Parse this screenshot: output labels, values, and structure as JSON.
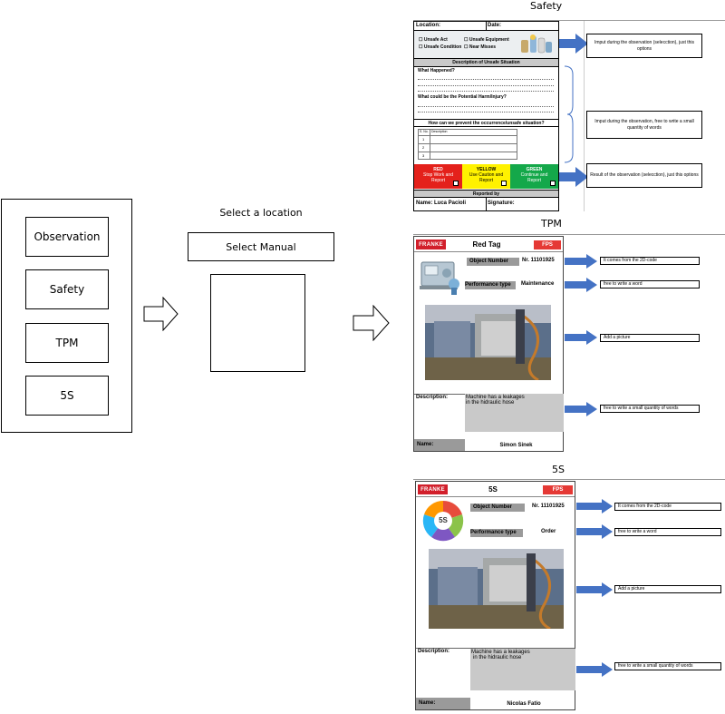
{
  "menu": {
    "items": [
      "Observation",
      "Safety",
      "TPM",
      "5S"
    ]
  },
  "location": {
    "heading": "Select a location",
    "button": "Select Manual"
  },
  "safety": {
    "title": "Safety",
    "location_label": "Location:",
    "date_label": "Date:",
    "checks": [
      "Unsafe Act",
      "Unsafe Equipment",
      "Unsafe Condition",
      "Near Misses"
    ],
    "desc_header": "Description of Unsafe Situation",
    "q1": "What Happened?",
    "q2": "What could be the Potential Harm/Injury?",
    "q3": "How can we prevent the occurrence/unsafe situation?",
    "table_header_no": "S. No.",
    "table_header_desc": "Description",
    "rows": [
      "1",
      "2",
      "3"
    ],
    "red": {
      "title": "RED",
      "line1": "Stop Work and",
      "line2": "Report"
    },
    "yellow": {
      "title": "YELLOW",
      "line1": "Use Caution and",
      "line2": "Report"
    },
    "green": {
      "title": "GREEN",
      "line1": "Continue and",
      "line2": "Report"
    },
    "reported_by": "Reported by",
    "name_label": "Name: Luca Pacioli",
    "signature_label": "Signature:",
    "notes": [
      "Imput during the observation (selecction), just this options",
      "Imput during the observation, free to write a small quantity of words",
      "Result of the observation (selecction), just this options"
    ]
  },
  "tpm": {
    "title": "TPM",
    "logo": "FRANKE",
    "heading": "Red Tag",
    "tag": "FPS",
    "object_label": "Object Number",
    "object_value": "Nr. 11101925",
    "perf_label": "Performance type",
    "perf_value": "Maintenance",
    "description_label": "Description:",
    "description_value_1": "Machine has a leakages",
    "description_value_2": "in  the hidraulic hose",
    "name_label": "Name:",
    "name_value": "Simon Sinek",
    "notes": [
      "It comes from the 2D-code",
      "free to write a word",
      "Add a picture",
      "free to write a small quantity of words"
    ]
  },
  "fives": {
    "title": "5S",
    "logo": "FRANKE",
    "heading": "5S",
    "tag": "FPS",
    "wheel_label": "5S",
    "object_label": "Object Number",
    "object_value": "Nr. 11101925",
    "perf_label": "Performance type",
    "perf_value": "Order",
    "description_label": "Description:",
    "description_value_1": "Machine has a leakages",
    "description_value_2": "in  the hidraulic hose",
    "name_label": "Name:",
    "name_value": "Nicolas Fatio",
    "notes": [
      "It comes from the 2D-code",
      "free to write a word",
      "Add a picture",
      "free to write a small quantity of words"
    ]
  }
}
